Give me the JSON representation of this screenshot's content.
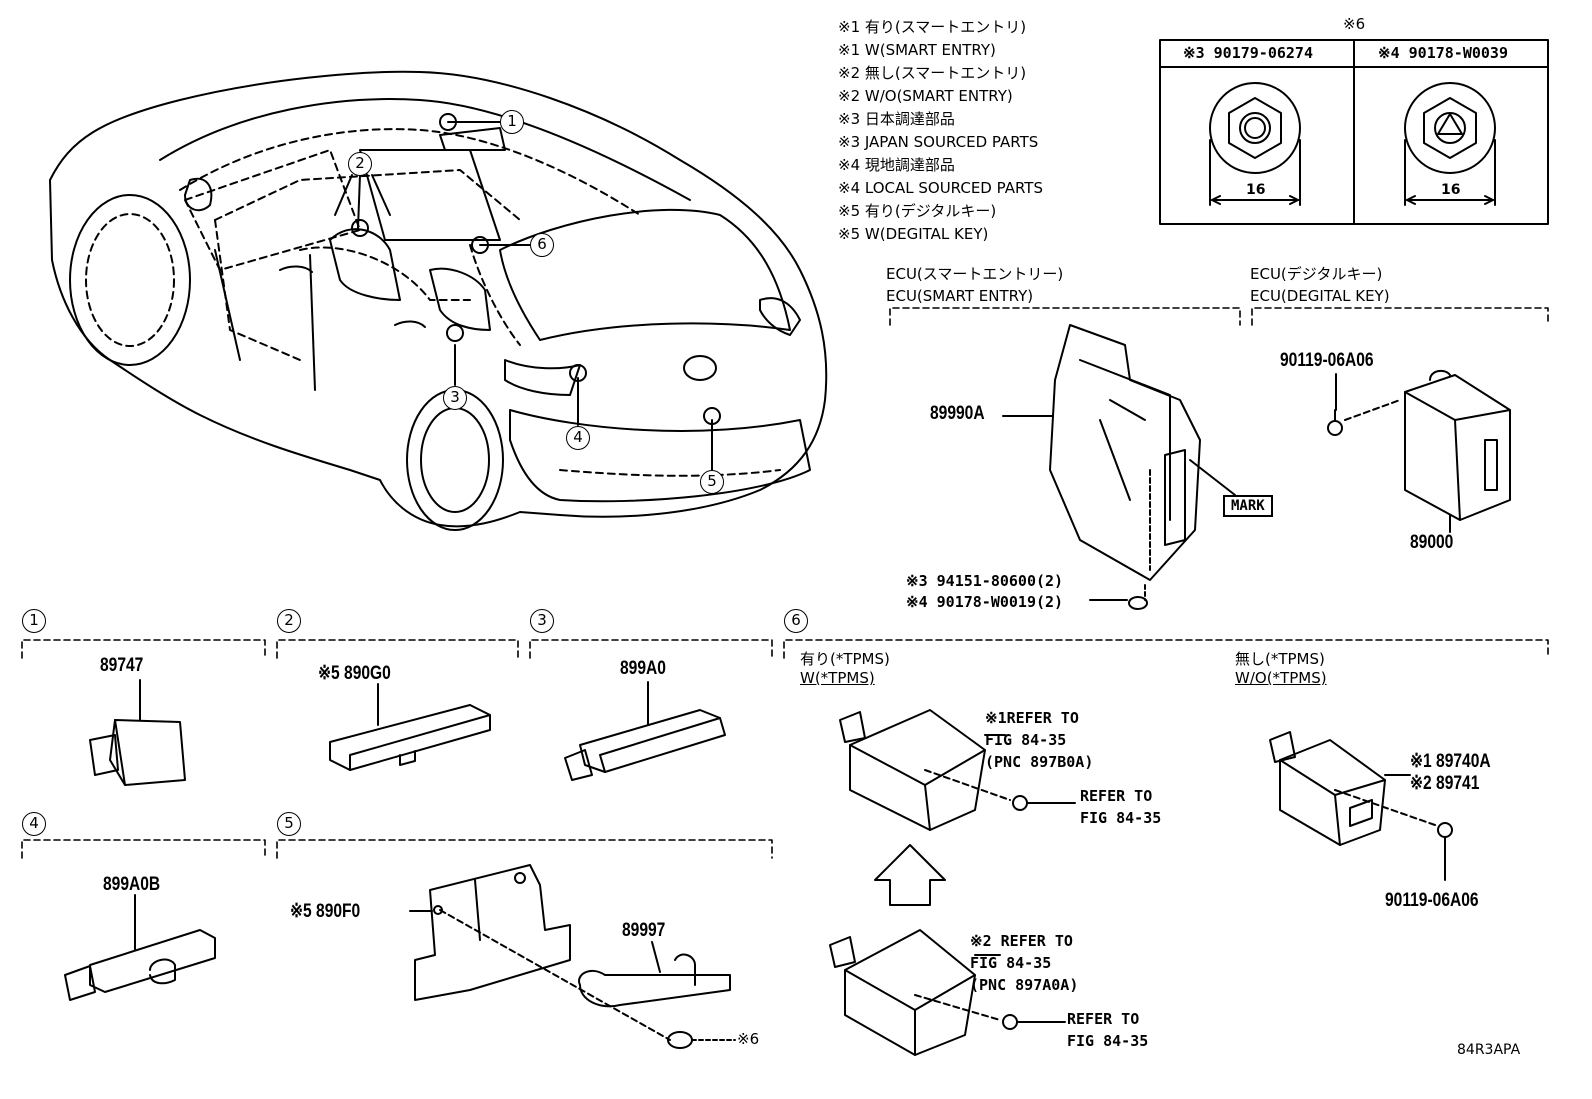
{
  "notes": [
    "※1 有り(スマートエントリ)",
    "※1 W(SMART ENTRY)",
    "※2 無し(スマートエントリ)",
    "※2 W/O(SMART ENTRY)",
    "※3 日本調達部品",
    "※3 JAPAN SOURCED PARTS",
    "※4 現地調達部品",
    "※4 LOCAL SOURCED PARTS",
    "※5 有り(デジタルキー)",
    "※5 W(DEGITAL KEY)"
  ],
  "nut_table": {
    "title": "※6",
    "col1_label": "※3 90179-06274",
    "col2_label": "※4 90178-W0039",
    "col1_dim": "16",
    "col2_dim": "16"
  },
  "callouts": [
    "1",
    "2",
    "3",
    "4",
    "5",
    "6"
  ],
  "ecu_smart": {
    "header_jp": "ECU(スマートエントリー)",
    "header_en": "ECU(SMART ENTRY)",
    "part": "89990A",
    "mark": "MARK",
    "bolt1": "※3 94151-80600(2)",
    "bolt2": "※4 90178-W0019(2)"
  },
  "ecu_digital": {
    "header_jp": "ECU(デジタルキー)",
    "header_en": "ECU(DEGITAL KEY)",
    "bolt": "90119-06A06",
    "part": "89000"
  },
  "sec1": {
    "num": "1",
    "part": "89747"
  },
  "sec2": {
    "num": "2",
    "part": "※5 890G0"
  },
  "sec3": {
    "num": "3",
    "part": "899A0"
  },
  "sec4": {
    "num": "4",
    "part": "899A0B"
  },
  "sec5": {
    "num": "5",
    "part_a": "※5 890F0",
    "part_b": "89997",
    "nut": "※6"
  },
  "sec6": {
    "num": "6",
    "with_jp": "有り(*TPMS)",
    "with_en": "W(*TPMS)",
    "without_jp": "無し(*TPMS)",
    "without_en": "W/O(*TPMS)",
    "ref_a": "※1REFER TO\nFIG 84-35\n(PNC 897B0A)",
    "ref_b": "REFER TO\nFIG 84-35",
    "ref_c": "※2 REFER TO\nFIG 84-35\n(PNC 897A0A)",
    "ref_d": "REFER TO\nFIG 84-35",
    "part1": "※1 89740A",
    "part2": "※2 89741",
    "bolt": "90119-06A06"
  },
  "footer": "84R3APA"
}
